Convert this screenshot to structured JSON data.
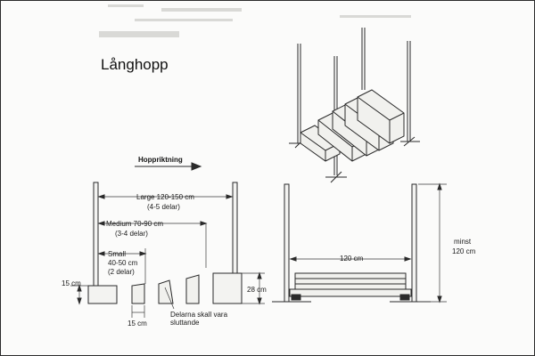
{
  "title": "Långhopp",
  "direction_label": "Hoppriktning",
  "labels": {
    "large": "Large 120-150 cm",
    "large_parts": "(4-5 delar)",
    "medium": "Medium 70-90 cm",
    "medium_parts": "(3-4 delar)",
    "small": "Small",
    "small_size": "40-50 cm",
    "small_parts": "(2 delar)",
    "height_15": "15 cm",
    "height_28": "28 cm",
    "width_15": "15 cm",
    "sloped_note_1": "Delarna skall vara",
    "sloped_note_2": "sluttande",
    "front_width": "120 cm",
    "min_label": "minst",
    "min_value": "120 cm"
  },
  "colors": {
    "line": "#2a2a2a",
    "paper": "#fbfbfa"
  }
}
